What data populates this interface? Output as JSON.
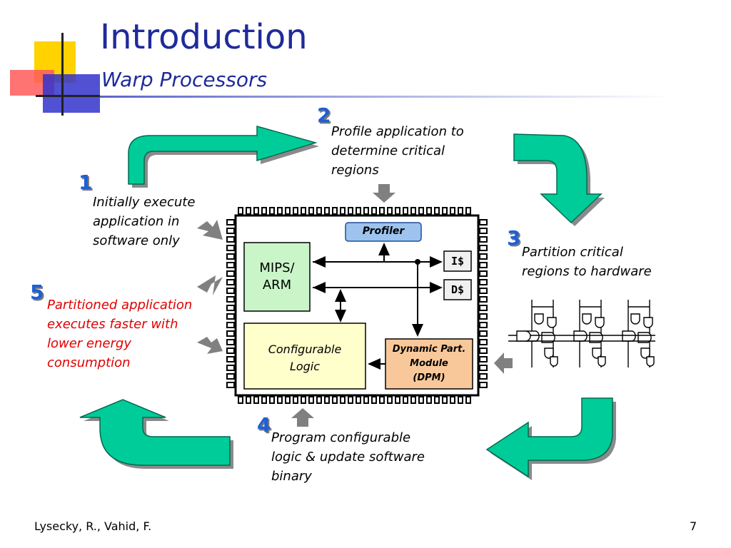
{
  "slide": {
    "title": "Introduction",
    "subtitle": "Warp Processors"
  },
  "steps": [
    {
      "number": "1",
      "text_lines": [
        "Initially execute",
        "application in",
        "software only"
      ]
    },
    {
      "number": "2",
      "text_lines": [
        "Profile application to",
        "determine critical",
        "regions"
      ]
    },
    {
      "number": "3",
      "text_lines": [
        "Partition critical",
        "regions to hardware"
      ]
    },
    {
      "number": "4",
      "text_lines": [
        "Program configurable",
        "logic & update software",
        "binary"
      ]
    },
    {
      "number": "5",
      "text_lines": [
        "Partitioned application",
        "executes faster with",
        "lower energy",
        "consumption"
      ]
    }
  ],
  "chip": {
    "profiler": "Profiler",
    "cpu_lines": [
      "MIPS/",
      "ARM"
    ],
    "icache": "I$",
    "dcache": "D$",
    "config_logic_lines": [
      "Configurable",
      "Logic"
    ],
    "dpm_lines": [
      "Dynamic Part.",
      "Module",
      "(DPM)"
    ]
  },
  "footer": {
    "author": "Lysecky, R., Vahid, F.",
    "page": "7"
  },
  "colors": {
    "title": "#1f2a9a",
    "step_number": "#1f5fd6",
    "step5_text": "#e00000",
    "cycle_arrow": "#00cc99",
    "gray_arrow": "#808080",
    "profiler_fill": "#9dc3ee",
    "cpu_fill": "#c9f5c9",
    "config_fill": "#ffffcc",
    "dpm_fill": "#f8c89a"
  }
}
